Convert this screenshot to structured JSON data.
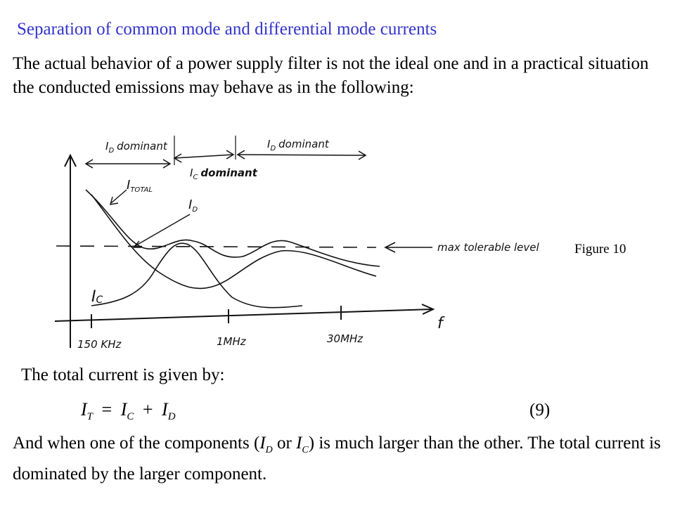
{
  "slide": {
    "title": "Separation of common mode and differential mode currents",
    "title_color": "#3333cc",
    "intro": "The actual behavior of a power supply filter is not the ideal one and in a practical situation the conducted emissions may behave as in the following:",
    "figure_caption": "Figure 10",
    "total_text": "The total current is given by:",
    "equation": {
      "lhs": "I",
      "lhs_sub": "T",
      "equals": "=",
      "term1": "I",
      "term1_sub": "C",
      "plus": "+",
      "term2": "I",
      "term2_sub": "D"
    },
    "equation_number": "(9)",
    "closing": {
      "before": "And when one of the components (",
      "math_a": "I",
      "math_a_sub": "D",
      "math_or": " or ",
      "math_b": "I",
      "math_b_sub": "C",
      "after": ") is much larger than the other. The total current is dominated by the larger component."
    }
  },
  "figure": {
    "label_id_dominant_left": "I",
    "label_id_dominant_left_sub": "D",
    "label_id_dominant_left_word": "dominant",
    "label_id_dominant_right": "I",
    "label_id_dominant_right_sub": "D",
    "label_id_dominant_right_word": "dominant",
    "label_ic_dominant": "I",
    "label_ic_dominant_sub": "C",
    "label_ic_dominant_word": "dominant",
    "label_itotal": "I",
    "label_itotal_sub": "TOTAL",
    "label_id": "I",
    "label_id_sub": "D",
    "label_ic": "I",
    "label_ic_sub": "C",
    "label_max_level": "max tolerable level",
    "axis_f": "f",
    "tick_150khz": "150 KHz",
    "tick_1mhz": "1MHz",
    "tick_30mhz": "30MHz"
  }
}
